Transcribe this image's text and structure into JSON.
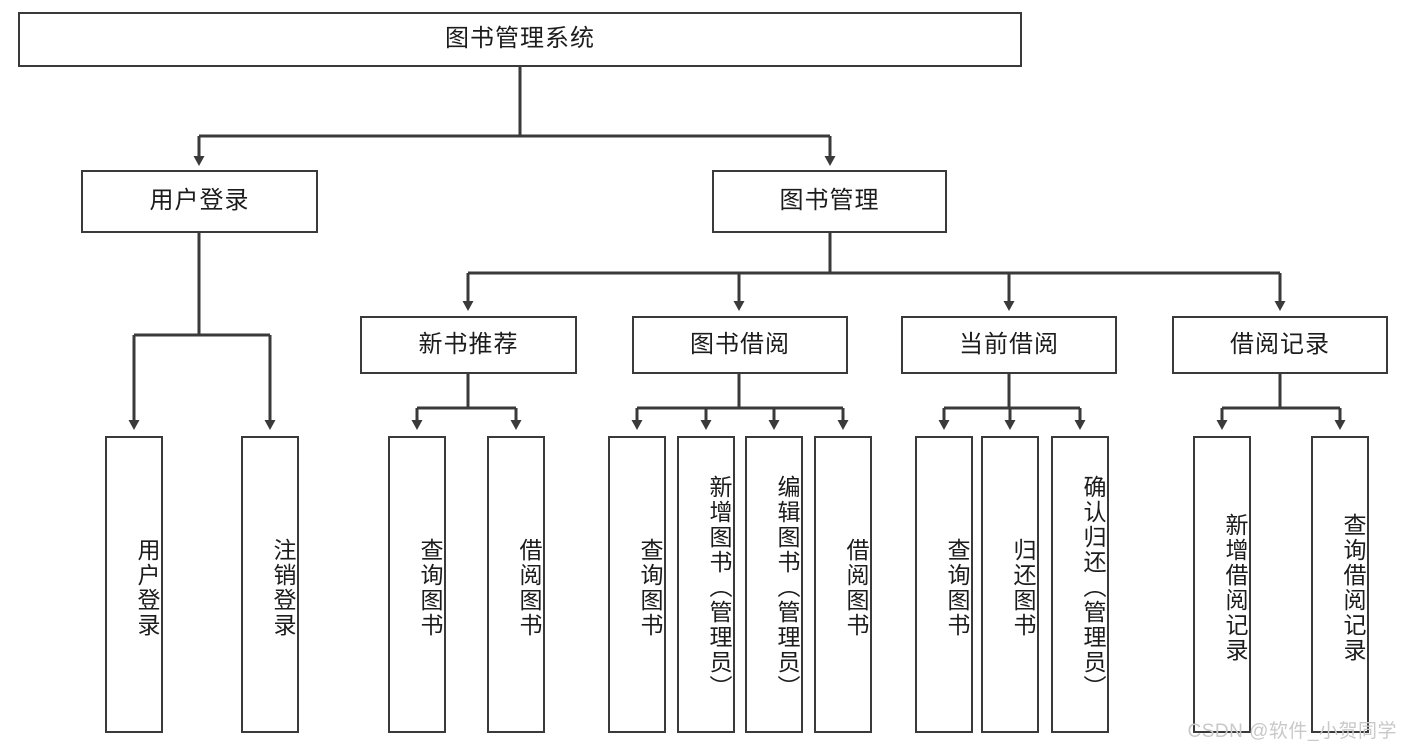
{
  "diagram": {
    "title": "图书管理系统",
    "type": "tree-hierarchy",
    "watermark": "CSDN @软件_小贺同学",
    "colors": {
      "box_border": "#3a3a3a",
      "box_fill": "#ffffff",
      "edge": "#3a3a3a",
      "text": "#1c1c1c",
      "watermark": "#c9c9c9"
    },
    "nodes": {
      "root": "图书管理系统",
      "level2": [
        "用户登录",
        "图书管理"
      ],
      "level3": [
        "新书推荐",
        "图书借阅",
        "当前借阅",
        "借阅记录"
      ],
      "leaves_user_login": [
        "用户登录",
        "注销登录"
      ],
      "leaves_new_book": [
        "查询图书",
        "借阅图书"
      ],
      "leaves_borrow": [
        "查询图书",
        "新增图书（管理员）",
        "编辑图书（管理员）",
        "借阅图书"
      ],
      "leaves_current": [
        "查询图书",
        "归还图书",
        "确认归还（管理员）"
      ],
      "leaves_record": [
        "新增借阅记录",
        "查询借阅记录"
      ]
    }
  }
}
